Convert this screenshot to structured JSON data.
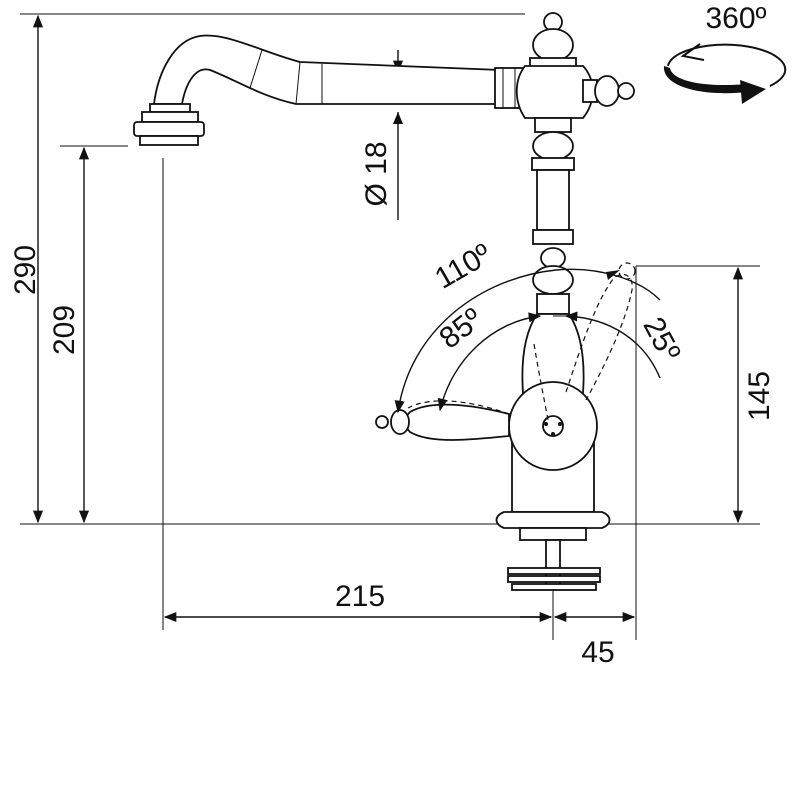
{
  "dimensions": {
    "overall_height": "290",
    "spout_height": "209",
    "spout_diameter": "Ø 18",
    "handle_height": "145",
    "spout_reach": "215",
    "base_offset": "45"
  },
  "angles": {
    "rotation": "360º",
    "handle_total": "110º",
    "handle_left": "85º",
    "handle_right": "25º"
  },
  "colors": {
    "ink": "#111111",
    "background": "#ffffff"
  }
}
